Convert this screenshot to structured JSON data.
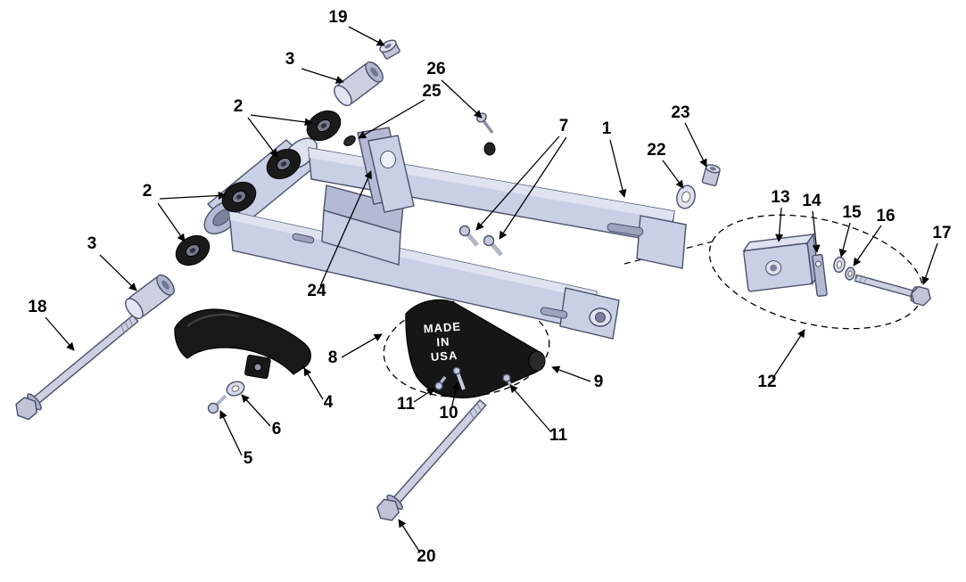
{
  "diagram": {
    "type": "exploded-parts-diagram",
    "subject": "Swingarm assembly exploded view",
    "background_color": "#ffffff",
    "colors": {
      "part_fill": "#c9cfe5",
      "part_highlight": "#dee2f1",
      "part_shadow": "#a9afcc",
      "outline": "#4a506a",
      "metal_fill": "#ccd0e0",
      "rubber_black": "#1a1a1a",
      "label_color": "#000000"
    },
    "slider_text": {
      "line1": "MADE",
      "line2": "IN",
      "line3": "USA"
    },
    "labels": [
      {
        "text": "19"
      },
      {
        "text": "3"
      },
      {
        "text": "26"
      },
      {
        "text": "25"
      },
      {
        "text": "2"
      },
      {
        "text": "7"
      },
      {
        "text": "1"
      },
      {
        "text": "23"
      },
      {
        "text": "22"
      },
      {
        "text": "13"
      },
      {
        "text": "14"
      },
      {
        "text": "15"
      },
      {
        "text": "16"
      },
      {
        "text": "17"
      },
      {
        "text": "2"
      },
      {
        "text": "3"
      },
      {
        "text": "24"
      },
      {
        "text": "18"
      },
      {
        "text": "8"
      },
      {
        "text": "4"
      },
      {
        "text": "6"
      },
      {
        "text": "5"
      },
      {
        "text": "11"
      },
      {
        "text": "10"
      },
      {
        "text": "11"
      },
      {
        "text": "9"
      },
      {
        "text": "12"
      },
      {
        "text": "20"
      }
    ]
  }
}
